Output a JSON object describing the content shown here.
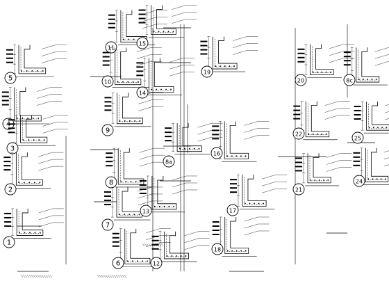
{
  "drawing": {
    "line_color": "#000000",
    "background": "#ffffff",
    "details": [
      {
        "label": "5"
      },
      {
        "label": "4"
      },
      {
        "label": "3"
      },
      {
        "label": "2"
      },
      {
        "label": "1"
      },
      {
        "label": "11"
      },
      {
        "label": "10"
      },
      {
        "label": "9"
      },
      {
        "label": "8"
      },
      {
        "label": "7"
      },
      {
        "label": "6"
      },
      {
        "label": "15"
      },
      {
        "label": "14"
      },
      {
        "label": "8a"
      },
      {
        "label": "13"
      },
      {
        "label": "12"
      },
      {
        "label": "19"
      },
      {
        "label": "16"
      },
      {
        "label": "17"
      },
      {
        "label": "18"
      },
      {
        "label": "20"
      },
      {
        "label": "22"
      },
      {
        "label": "21"
      },
      {
        "label": "8c"
      },
      {
        "label": "25"
      },
      {
        "label": "24"
      }
    ]
  }
}
